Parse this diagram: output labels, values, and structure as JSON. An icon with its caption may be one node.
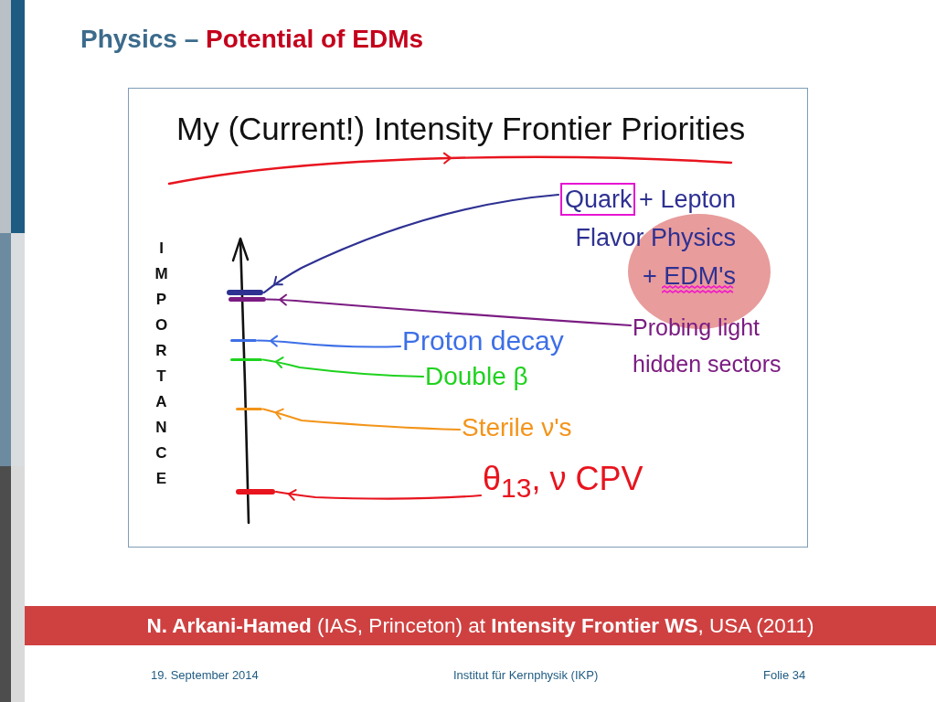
{
  "diagram": {
    "title": "Physics – Potential of EDMs",
    "caption": "**N. Arkani-Hamed** (IAS, Princeton) at **Intensity Frontier WS**, USA (2011)",
    "nodes": [
      {
        "text": [
          "My (Current!) Intensity Frontier Priorities"
        ]
      },
      {
        "text": [
          "Quark + Lepton Flavor Physics + EDM's"
        ],
        "in": 0
      },
      {
        "text": [
          "Probing light hidden sectors"
        ],
        "in": 0
      },
      {
        "text": [
          "Proton decay"
        ],
        "in": 0
      },
      {
        "text": [
          "Double β"
        ],
        "in": 0
      },
      {
        "text": [
          "Sterile ν's"
        ],
        "in": 0
      },
      {
        "text": [
          "θ$_{13}$, ν CPV"
        ],
        "in": 0
      },
      {
        "text": [],
        "shape": "bar",
        "in": 0
      },
      {
        "text": [],
        "shape": "bar",
        "in": 0
      },
      {
        "text": [],
        "shape": "bar",
        "in": 0
      },
      {
        "text": [],
        "shape": "bar",
        "in": 0
      },
      {
        "text": [],
        "shape": "bar",
        "in": 0
      },
      {
        "text": [],
        "shape": "bar",
        "in": 0
      }
    ],
    "edges": [
      {
        "from": 1,
        "to": 7,
        "arrow": "to",
        "color": "#2e3192"
      },
      {
        "from": 2,
        "to": 8,
        "arrow": "to",
        "color": "#7b1c82"
      },
      {
        "from": 3,
        "to": 9,
        "arrow": "to",
        "color": "#3d6fe6"
      },
      {
        "from": 4,
        "to": 10,
        "arrow": "to",
        "color": "#1fd21f"
      },
      {
        "from": 5,
        "to": 11,
        "arrow": "to",
        "color": "#f39419"
      },
      {
        "from": 6,
        "to": 12,
        "arrow": "to",
        "color": "#e8141e"
      }
    ],
    "labels": [
      "IMPORTANCE",
      "19. September 2014",
      "Institut für Kernphysik (IKP)",
      "Folie 34"
    ]
  }
}
